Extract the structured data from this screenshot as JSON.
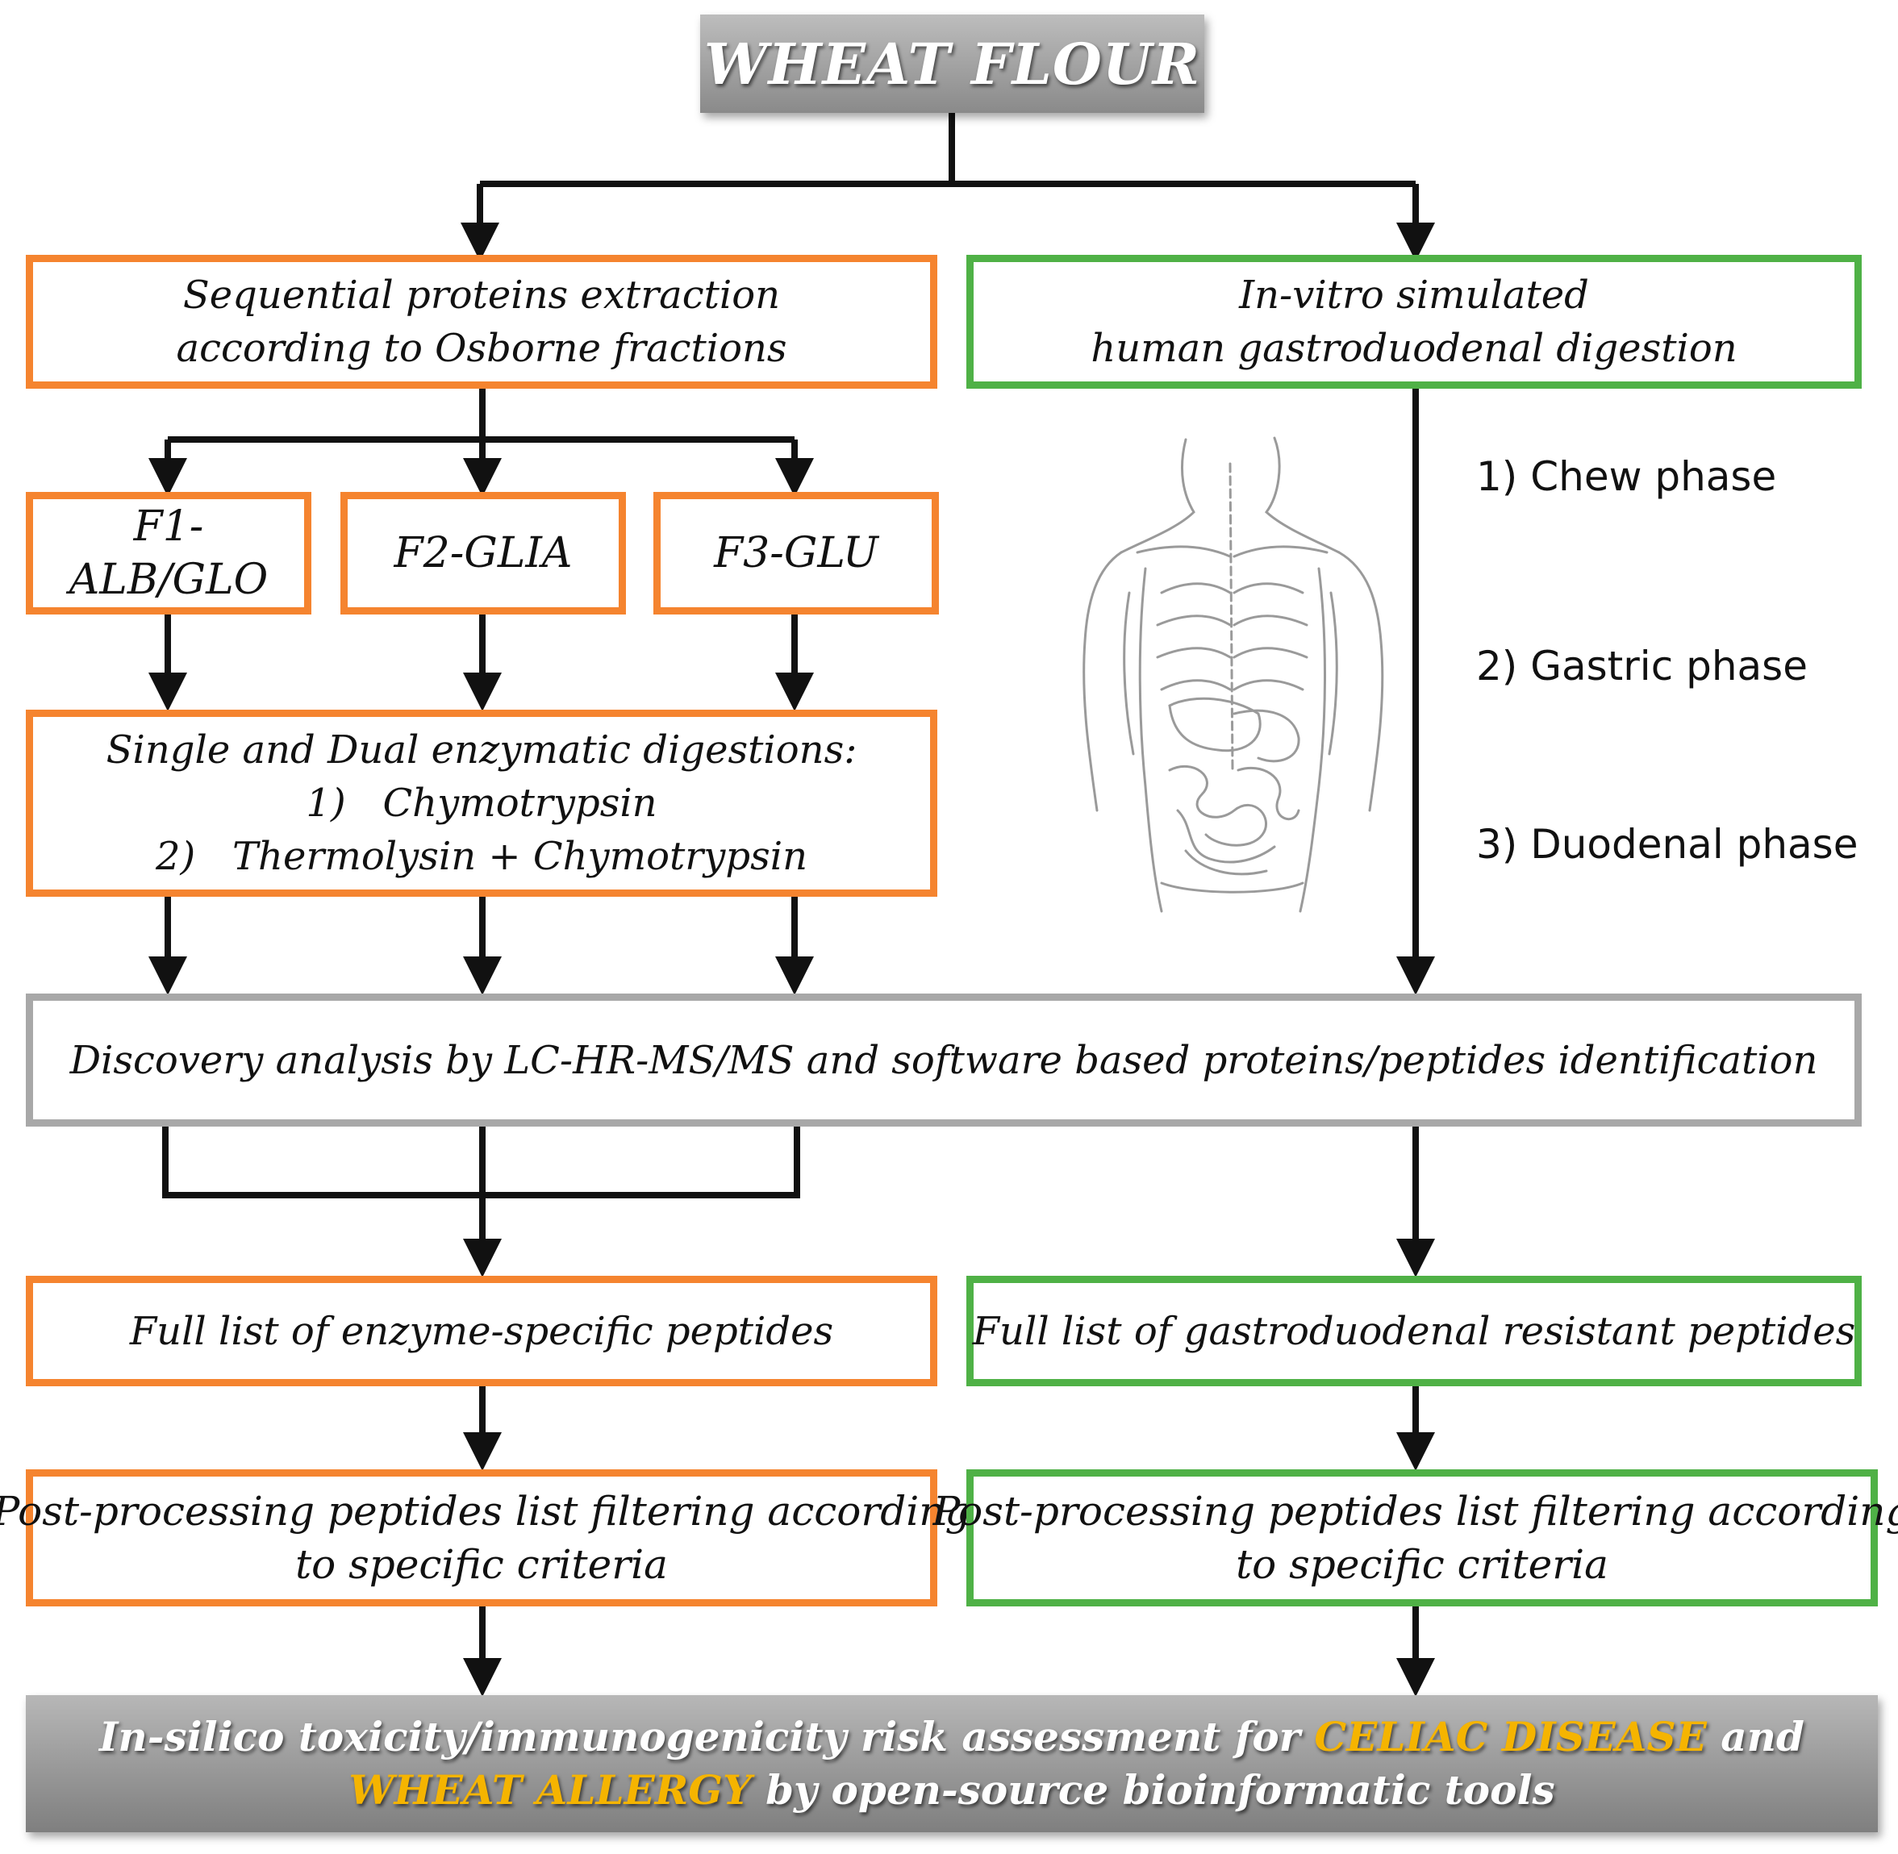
{
  "title": "WHEAT FLOUR",
  "left_branch": {
    "extraction_lines": [
      "Sequential proteins extraction",
      "according to Osborne fractions"
    ],
    "fractions": [
      {
        "lines": [
          "F1-",
          "ALB/GLO"
        ]
      },
      {
        "lines": [
          "F2-GLIA"
        ]
      },
      {
        "lines": [
          "F3-GLU"
        ]
      }
    ],
    "digestion_lines": [
      "Single and Dual enzymatic digestions:",
      "1)   Chymotrypsin",
      "2)   Thermolysin + Chymotrypsin"
    ],
    "peptide_list": "Full list of enzyme-specific peptides",
    "post_processing_lines": [
      "Post-processing peptides list filtering according",
      "to specific criteria"
    ]
  },
  "right_branch": {
    "digestion_lines": [
      "In-vitro simulated",
      "human gastroduodenal digestion"
    ],
    "phases": [
      "1) Chew phase",
      "2) Gastric phase",
      "3) Duodenal phase"
    ],
    "peptide_list": "Full list of gastroduodenal resistant peptides",
    "post_processing_lines": [
      "Post-processing peptides list filtering according",
      "to specific criteria"
    ]
  },
  "discovery": "Discovery analysis by LC-HR-MS/MS and software based proteins/peptides identification",
  "final": {
    "line1_pre": "In-silico toxicity/immunogenicity risk assessment for ",
    "line1_highlight": "CELIAC DISEASE",
    "line1_post": " and",
    "line2_highlight": "WHEAT ALLERGY",
    "line2_post": " by open-source bioinformatic tools"
  },
  "colors": {
    "orange_border": "#f5842f",
    "green_border": "#4fb146",
    "grey_border": "#a8a8a8",
    "highlight": "#f5b400",
    "arrow": "#111111"
  }
}
